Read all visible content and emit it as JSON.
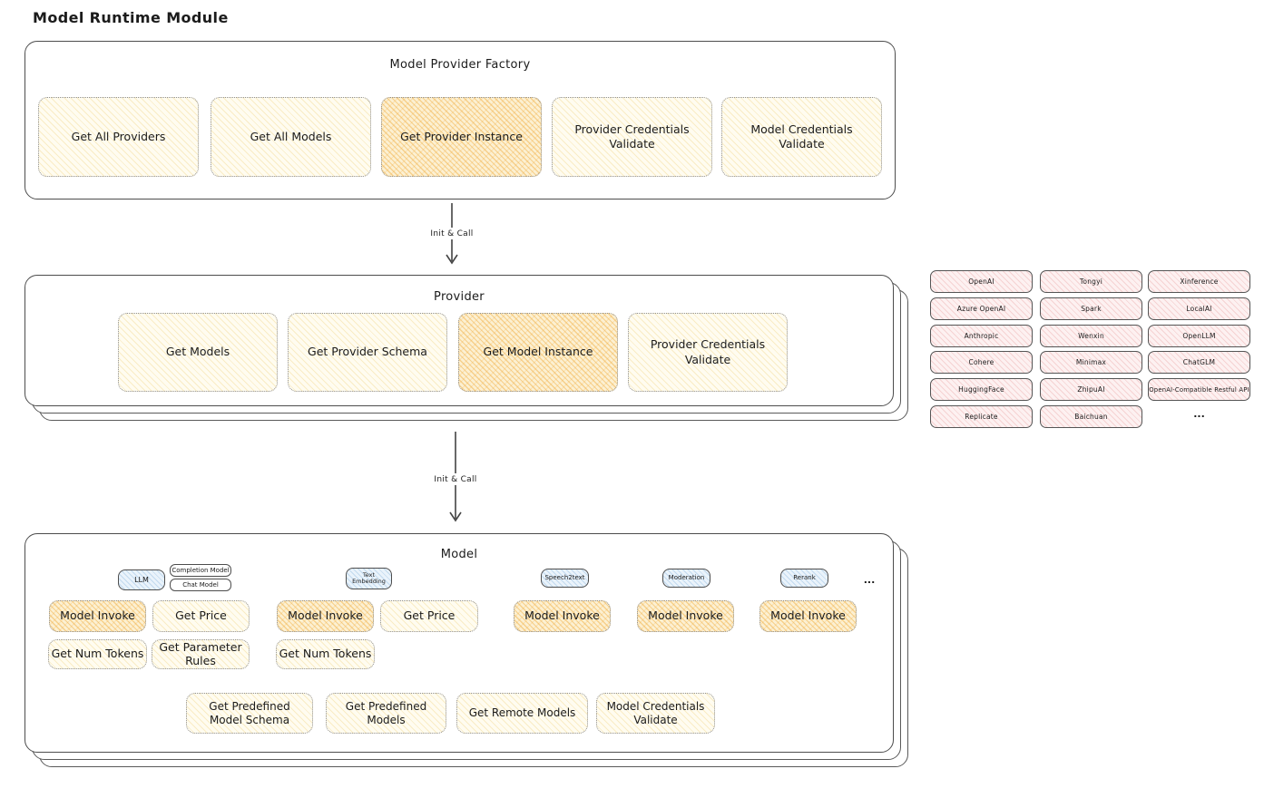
{
  "page_title": "Model Runtime Module",
  "colors": {
    "highlight_fill": "#f5c97d",
    "yellow_fill": "#fdf8e4",
    "pink_fill": "#fbecec",
    "blue_fill": "#ddedf9",
    "stroke": "#4d4d4d"
  },
  "arrows": [
    {
      "label": "Init & Call"
    },
    {
      "label": "Init & Call"
    }
  ],
  "factory": {
    "title": "Model Provider Factory",
    "buttons": [
      {
        "label": "Get All Providers",
        "highlighted": false
      },
      {
        "label": "Get All Models",
        "highlighted": false
      },
      {
        "label": "Get Provider Instance",
        "highlighted": true
      },
      {
        "label": "Provider Credentials Validate",
        "highlighted": false
      },
      {
        "label": "Model Credentials Validate",
        "highlighted": false
      }
    ]
  },
  "provider": {
    "title": "Provider",
    "buttons": [
      {
        "label": "Get Models",
        "highlighted": false
      },
      {
        "label": "Get Provider Schema",
        "highlighted": false
      },
      {
        "label": "Get Model Instance",
        "highlighted": true
      },
      {
        "label": "Provider Credentials Validate",
        "highlighted": false
      }
    ]
  },
  "provider_list": {
    "rows": [
      [
        "OpenAI",
        "Tongyi",
        "Xinference"
      ],
      [
        "Azure OpenAI",
        "Spark",
        "LocalAI"
      ],
      [
        "Anthropic",
        "Wenxin",
        "OpenLLM"
      ],
      [
        "Cohere",
        "Minimax",
        "ChatGLM"
      ],
      [
        "HuggingFace",
        "ZhipuAI",
        "OpenAI-Compatible Restful API"
      ],
      [
        "Replicate",
        "Baichuan",
        "..."
      ]
    ]
  },
  "model": {
    "title": "Model",
    "tabs": {
      "llm": "LLM",
      "completion_model": "Completion Model",
      "chat_model": "Chat Model",
      "text_embedding": "Text Embedding",
      "speech2text": "Speech2text",
      "moderation": "Moderation",
      "rerank": "Rerank",
      "more": "..."
    },
    "llm": {
      "invoke": "Model Invoke",
      "price": "Get Price",
      "tokens": "Get Num Tokens",
      "rules": "Get Parameter Rules"
    },
    "text_embedding": {
      "invoke": "Model Invoke",
      "price": "Get Price",
      "tokens": "Get Num Tokens"
    },
    "speech2text": {
      "invoke": "Model Invoke"
    },
    "moderation": {
      "invoke": "Model Invoke"
    },
    "rerank": {
      "invoke": "Model Invoke"
    },
    "bottom_buttons": [
      {
        "label": "Get Predefined Model Schema"
      },
      {
        "label": "Get Predefined Models"
      },
      {
        "label": "Get Remote Models"
      },
      {
        "label": "Model Credentials Validate"
      }
    ]
  }
}
